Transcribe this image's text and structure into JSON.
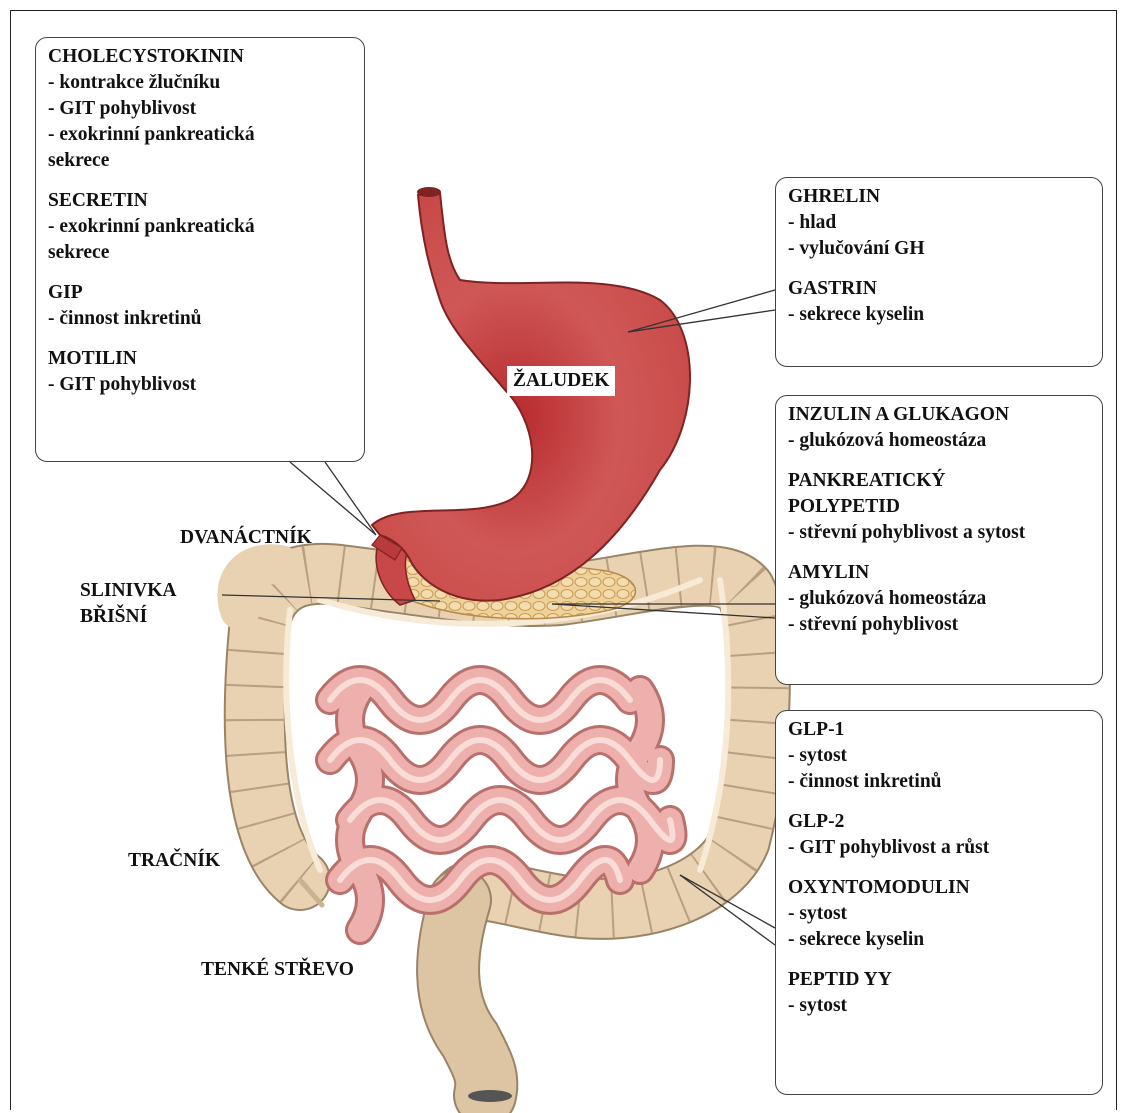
{
  "diagram": {
    "organs": {
      "stomach": "ŽALUDEK",
      "duodenum": "DVANÁCTNÍK",
      "pancreas_line1": "SLINIVKA",
      "pancreas_line2": "BŘIŠNÍ",
      "colon": "TRAČNÍK",
      "small_intestine": "TENKÉ STŘEVO"
    },
    "callouts": {
      "duodenum_box": [
        {
          "name": "CHOLECYSTOKININ",
          "lines": [
            "- kontrakce žlučníku",
            "- GIT pohyblivost",
            "- exokrinní pankreatická",
            "sekrece"
          ]
        },
        {
          "name": "SECRETIN",
          "lines": [
            "- exokrinní pankreatická",
            "sekrece"
          ]
        },
        {
          "name": "GIP",
          "lines": [
            "- činnost inkretinů"
          ]
        },
        {
          "name": "MOTILIN",
          "lines": [
            "- GIT pohyblivost"
          ]
        }
      ],
      "stomach_box": [
        {
          "name": "GHRELIN",
          "lines": [
            "- hlad",
            "- vylučování GH"
          ]
        },
        {
          "name": "GASTRIN",
          "lines": [
            "- sekrece kyselin"
          ]
        }
      ],
      "pancreas_box": [
        {
          "name": "INZULIN A GLUKAGON",
          "lines": [
            "- glukózová homeostáza"
          ]
        },
        {
          "name": "PANKREATICKÝ\nPOLYPETID",
          "lines": [
            "- střevní pohyblivost a sytost"
          ]
        },
        {
          "name": "AMYLIN",
          "lines": [
            "- glukózová homeostáza",
            "- střevní pohyblivost"
          ]
        }
      ],
      "intestine_box": [
        {
          "name": "GLP-1",
          "lines": [
            "- sytost",
            "- činnost inkretinů"
          ]
        },
        {
          "name": "GLP-2",
          "lines": [
            "- GIT pohyblivost a růst"
          ]
        },
        {
          "name": "OXYNTOMODULIN",
          "lines": [
            "- sytost",
            "- sekrece kyselin"
          ]
        },
        {
          "name": "PEPTID YY",
          "lines": [
            "- sytost"
          ]
        }
      ]
    },
    "colors": {
      "stomach": "#c8484a",
      "stomach_dark": "#a3302f",
      "colon": "#e9d2b2",
      "colon_outline": "#9a8468",
      "small_intestine": "#eeb0ac",
      "small_intestine_outline": "#b8706c",
      "pancreas": "#ecc98a"
    }
  }
}
